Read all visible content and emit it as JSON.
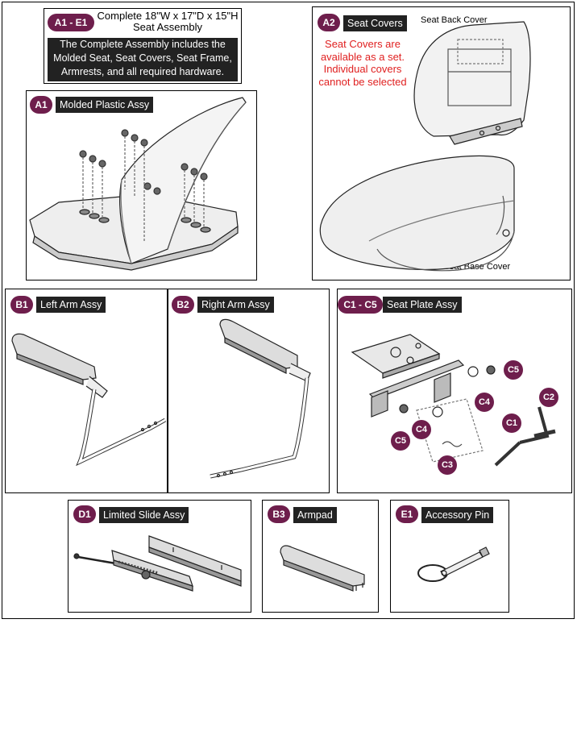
{
  "header": {
    "badge": "A1 - E1",
    "title_line1": "Complete 18\"W x 17\"D x 15\"H",
    "title_line2": "Seat Assembly",
    "description_lines": [
      "The Complete Assembly includes the",
      "Molded Seat, Seat Covers, Seat Frame,",
      "Armrests, and all required hardware."
    ]
  },
  "panels": {
    "a1": {
      "badge": "A1",
      "label": "Molded Plastic Assy"
    },
    "a2": {
      "badge": "A2",
      "label": "Seat Covers",
      "note_lines": [
        "Seat Covers are",
        "available as a set.",
        "Individual covers",
        "cannot be selected"
      ],
      "note_color": "#e02020",
      "back_cover": "Seat Back Cover",
      "base_cover": "Seat Base Cover"
    },
    "b1": {
      "badge": "B1",
      "label": "Left Arm Assy"
    },
    "b2": {
      "badge": "B2",
      "label": "Right Arm Assy"
    },
    "c": {
      "badge": "C1 - C5",
      "label": "Seat Plate Assy",
      "callouts": [
        "C5",
        "C4",
        "C2",
        "C1",
        "C5",
        "C4",
        "C3"
      ]
    },
    "d1": {
      "badge": "D1",
      "label": "Limited Slide Assy"
    },
    "b3": {
      "badge": "B3",
      "label": "Armpad"
    },
    "e1": {
      "badge": "E1",
      "label": "Accessory Pin"
    }
  },
  "colors": {
    "badge": "#6e1e4c",
    "label_bg": "#222222"
  }
}
